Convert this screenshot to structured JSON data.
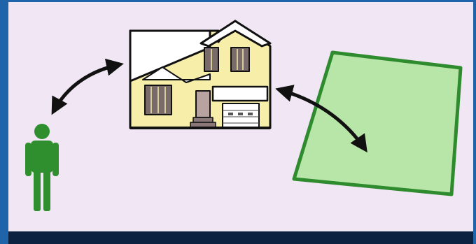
{
  "diagram": {
    "nodes": [
      {
        "id": "person",
        "icon": "person-icon",
        "color": "#2f8f2f"
      },
      {
        "id": "house",
        "icon": "house-icon"
      },
      {
        "id": "land",
        "icon": "land-parcel-icon",
        "color": "#b8e6a8"
      }
    ],
    "edges": [
      {
        "from": "person",
        "to": "house",
        "type": "bidirectional-arrow"
      },
      {
        "from": "house",
        "to": "land",
        "type": "bidirectional-arrow"
      }
    ]
  }
}
